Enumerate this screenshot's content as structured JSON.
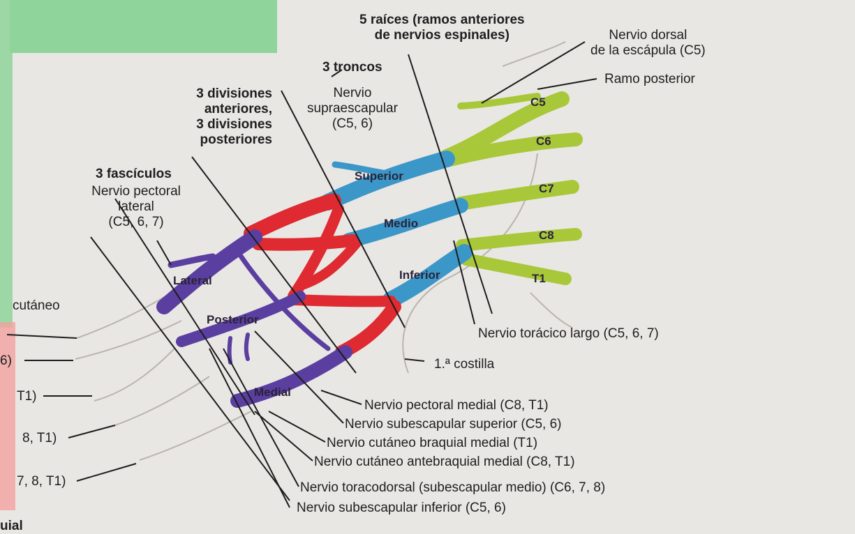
{
  "colors": {
    "paper": "#e9e7e4",
    "roots_green": "#a8c83a",
    "trunks_blue": "#3b97c8",
    "divisions_red": "#de2a30",
    "cords_purple": "#5a3fa0",
    "sticky_green": "#8fd49b",
    "sticky_pink": "#f2a3a0"
  },
  "headers": {
    "raices_l1": "5 raíces (ramos anteriores",
    "raices_l2": "de nervios espinales)",
    "troncos": "3 troncos",
    "divisiones_l1": "3 divisiones",
    "divisiones_l2": "anteriores,",
    "divisiones_l3": "3 divisiones",
    "divisiones_l4": "posteriores",
    "fasciculos": "3 fascículos"
  },
  "labels": {
    "dorsal_escapula_l1": "Nervio dorsal",
    "dorsal_escapula_l2": "de la escápula (C5)",
    "ramo_posterior": "Ramo posterior",
    "supraescapular_l1": "Nervio",
    "supraescapular_l2": "supraescapular",
    "supraescapular_l3": "(C5, 6)",
    "pectoral_lateral_l1": "Nervio pectoral",
    "pectoral_lateral_l2": "lateral",
    "pectoral_lateral_l3": "(C5, 6, 7)",
    "toracico_largo": "Nervio torácico largo (C5, 6, 7)",
    "primera_costilla": "1.ª costilla",
    "pectoral_medial": "Nervio pectoral medial (C8, T1)",
    "subescapular_superior": "Nervio subescapular superior (C5, 6)",
    "cutaneo_braquial_medial": "Nervio cutáneo braquial medial (T1)",
    "cutaneo_antebraquial_medial": "Nervio cutáneo antebraquial medial (C8, T1)",
    "toracodorsal": "Nervio toracodorsal (subescapular medio) (C6, 7, 8)",
    "subescapular_inferior": "Nervio subescapular inferior (C5, 6)"
  },
  "left_cut_labels": [
    "cutáneo",
    "6)",
    "T1)",
    "8, T1)",
    "7, 8, T1)",
    "uial"
  ],
  "structure_labels": {
    "roots": [
      "C5",
      "C6",
      "C7",
      "C8",
      "T1"
    ],
    "trunks": [
      "Superior",
      "Medio",
      "Inferior"
    ],
    "cords": [
      "Lateral",
      "Posterior",
      "Medial"
    ]
  }
}
